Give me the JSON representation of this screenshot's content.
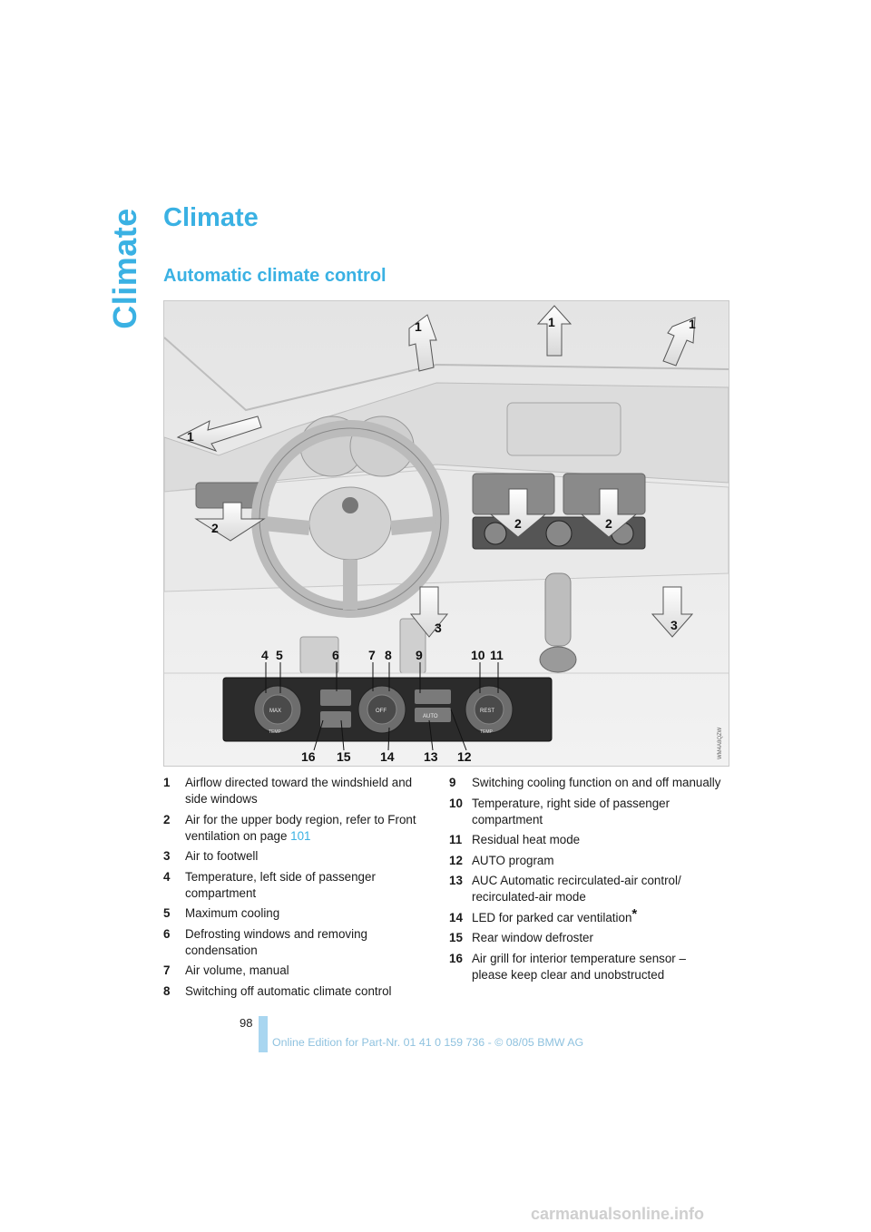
{
  "side_tab": {
    "label": "Climate"
  },
  "page_title": "Climate",
  "section_title": "Automatic climate control",
  "figure": {
    "callouts": {
      "arrow1": "1",
      "arrow2": "2",
      "arrow3": "3",
      "panel": [
        "4",
        "5",
        "6",
        "7",
        "8",
        "9",
        "10",
        "11",
        "16",
        "15",
        "14",
        "13",
        "12"
      ]
    },
    "panel_labels": {
      "max": "MAX",
      "off": "OFF",
      "rest": "REST",
      "auto": "AUTO",
      "temp": "TEMP"
    },
    "image_code": "WM4A8QZW"
  },
  "legend_left": [
    {
      "num": "1",
      "text": "Airflow directed toward the windshield and side windows"
    },
    {
      "num": "2",
      "text": "Air for the upper body region, refer to Front ventilation on page ",
      "link": "101"
    },
    {
      "num": "3",
      "text": "Air to footwell"
    },
    {
      "num": "4",
      "text": "Temperature, left side of passenger compartment"
    },
    {
      "num": "5",
      "text": "Maximum cooling"
    },
    {
      "num": "6",
      "text": "Defrosting windows and removing condensation"
    },
    {
      "num": "7",
      "text": "Air volume, manual"
    },
    {
      "num": "8",
      "text": "Switching off automatic climate control"
    }
  ],
  "legend_right": [
    {
      "num": "9",
      "text": "Switching cooling function on and off manually"
    },
    {
      "num": "10",
      "text": "Temperature, right side of passenger compartment"
    },
    {
      "num": "11",
      "text": "Residual heat mode"
    },
    {
      "num": "12",
      "text": "AUTO program"
    },
    {
      "num": "13",
      "text": "AUC Automatic recirculated-air control/ recirculated-air mode"
    },
    {
      "num": "14",
      "text": "LED for parked car ventilation",
      "star": "*"
    },
    {
      "num": "15",
      "text": "Rear window defroster"
    },
    {
      "num": "16",
      "text": "Air grill for interior temperature sensor – please keep clear and unobstructed"
    }
  ],
  "page_number": "98",
  "footer": "Online Edition for Part-Nr. 01 41 0 159 736 - © 08/05 BMW AG",
  "watermark": "carmanualsonline.info",
  "colors": {
    "accent": "#3ab1e3",
    "footer_bar": "#a9d6f0"
  }
}
